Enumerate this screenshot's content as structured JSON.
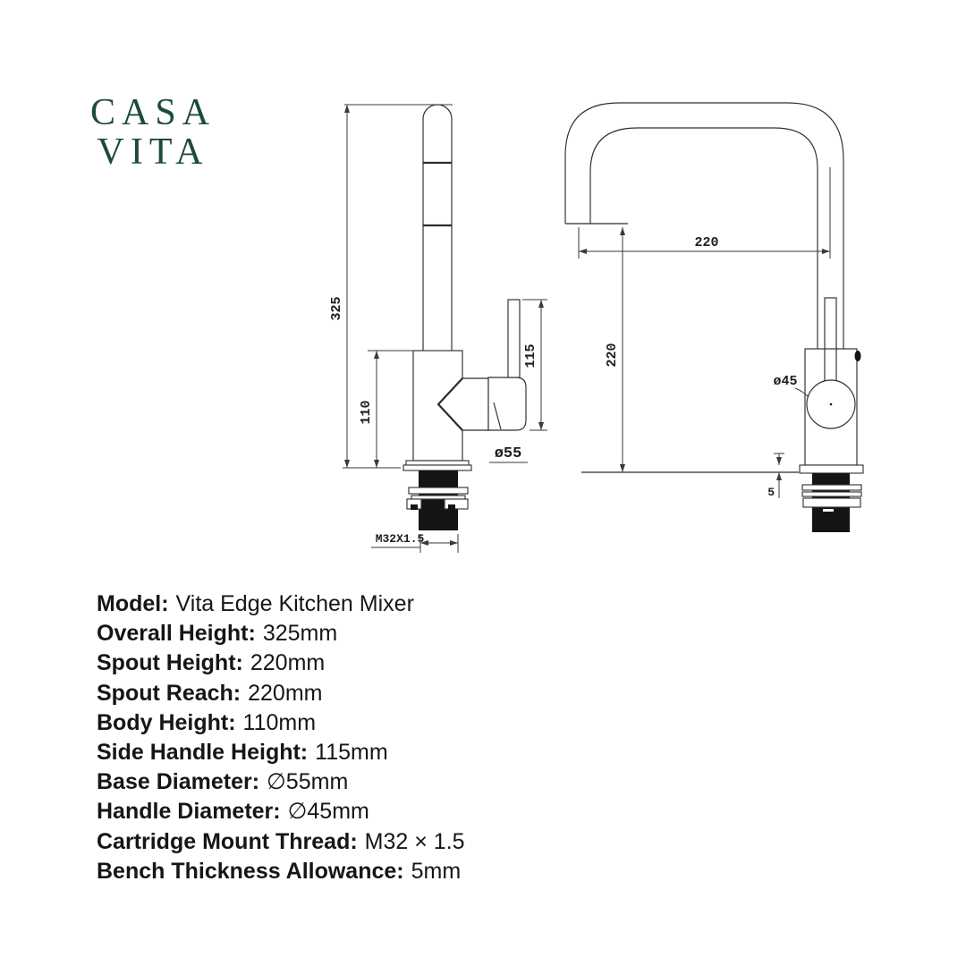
{
  "page": {
    "background": "#ffffff"
  },
  "logo": {
    "line1": "CASA",
    "line2": "VITA",
    "color": "#1c4a40"
  },
  "drawings": {
    "front_view": {
      "dim_overall_height": "325",
      "dim_body_height": "110",
      "dim_side_handle_height": "115",
      "label_base_diameter": "ø55",
      "label_thread": "M32X1.5"
    },
    "side_view": {
      "dim_spout_reach": "220",
      "dim_spout_height": "220",
      "label_handle_diameter": "ø45",
      "dim_bench_allowance": "5"
    }
  },
  "specs": {
    "items": [
      {
        "label": "Model:",
        "value": "Vita Edge Kitchen Mixer"
      },
      {
        "label": "Overall Height:",
        "value": "325mm"
      },
      {
        "label": "Spout Height:",
        "value": "220mm"
      },
      {
        "label": "Spout Reach:",
        "value": "220mm"
      },
      {
        "label": "Body Height:",
        "value": "110mm"
      },
      {
        "label": "Side Handle Height:",
        "value": "115mm"
      },
      {
        "label": "Base Diameter:",
        "value": "∅55mm"
      },
      {
        "label": "Handle Diameter:",
        "value": "∅45mm"
      },
      {
        "label": "Cartridge Mount Thread:",
        "value": "M32 × 1.5"
      },
      {
        "label": "Bench Thickness Allowance:",
        "value": "5mm"
      }
    ]
  }
}
